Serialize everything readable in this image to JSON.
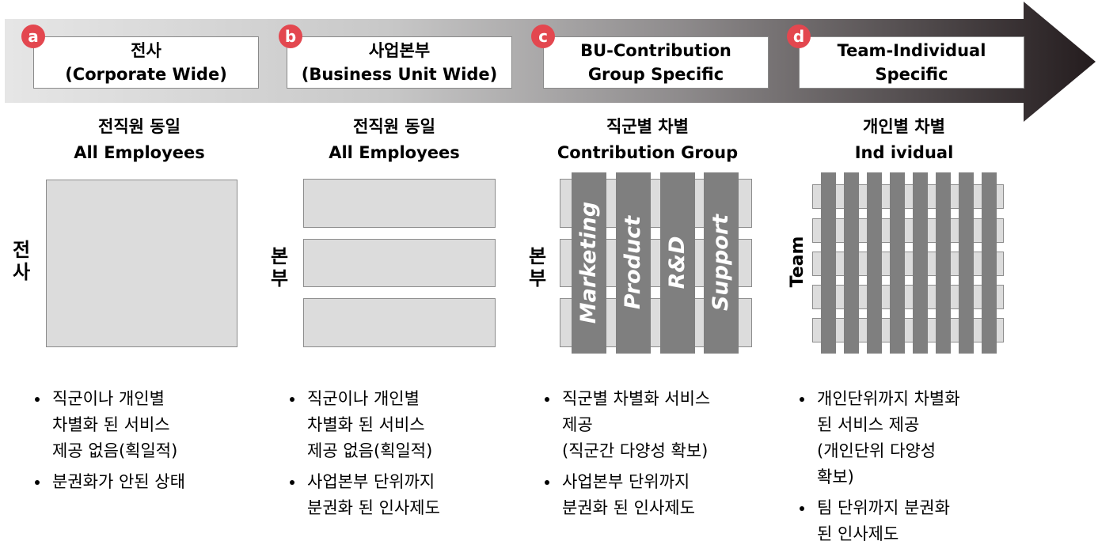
{
  "colors": {
    "arrow_start": "#dcdcdc",
    "arrow_end": "#241c1e",
    "badge": "#e3474f",
    "light_block": "#dcdcdc",
    "dark_bar": "#7f7f7f"
  },
  "stages": [
    {
      "badge": "a",
      "line1": "전사",
      "line2": "(Corporate Wide)"
    },
    {
      "badge": "b",
      "line1": "사업본부",
      "line2": "(Business Unit Wide)"
    },
    {
      "badge": "c",
      "line1": "BU-Contribution",
      "line2": "Group Specific"
    },
    {
      "badge": "d",
      "line1": "Team-Individual",
      "line2": "Specific"
    }
  ],
  "columns": [
    {
      "head_ko": "전직원 동일",
      "head_en": "All Employees"
    },
    {
      "head_ko": "전직원 동일",
      "head_en": "All Employees"
    },
    {
      "head_ko": "직군별 차별",
      "head_en": "Contribution Group"
    },
    {
      "head_ko": "개인별 차별",
      "head_en": "Ind ividual"
    }
  ],
  "side_labels": {
    "corp": [
      "전",
      "사"
    ],
    "bu1": [
      "본",
      "부"
    ],
    "bu2": [
      "본",
      "부"
    ],
    "team": "Team"
  },
  "contribution_groups": [
    "Marketing",
    "Product",
    "R&D",
    "Support"
  ],
  "bullets": [
    [
      "직군이나 개인별\n차별화 된 서비스\n제공 없음(획일적)",
      "분권화가 안된 상태"
    ],
    [
      "직군이나 개인별\n차별화 된 서비스\n제공 없음(획일적)",
      "사업본부 단위까지\n분권화 된 인사제도"
    ],
    [
      "직군별 차별화 서비스\n제공\n(직군간 다양성 확보)",
      "사업본부 단위까지\n분권화 된 인사제도"
    ],
    [
      "개인단위까지 차별화\n된 서비스 제공\n(개인단위 다양성\n확보)",
      "팀 단위까지 분권화\n된 인사제도"
    ]
  ]
}
